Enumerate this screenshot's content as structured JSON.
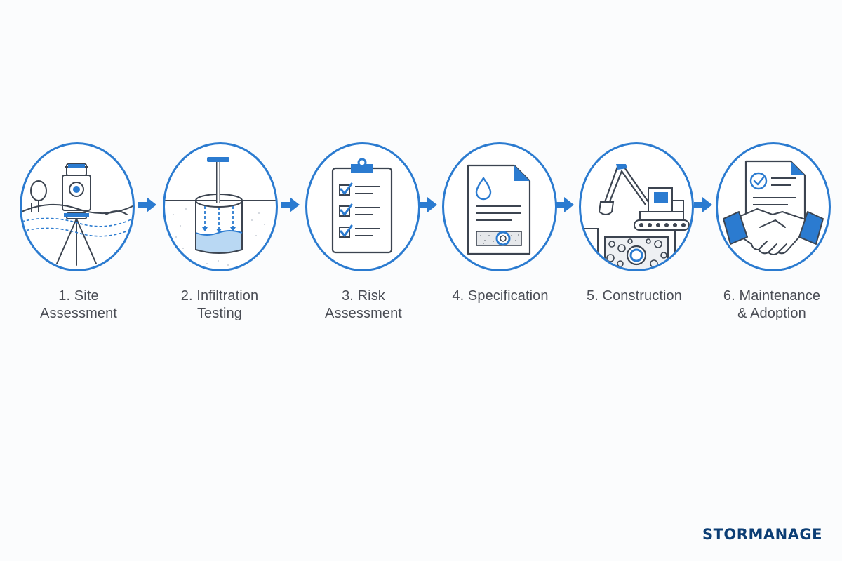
{
  "colors": {
    "accent": "#2b7bd0",
    "outline": "#3c4450",
    "text": "#4a4d55",
    "brand": "#0c3e75"
  },
  "steps": [
    {
      "icon": "surveying-instrument-icon",
      "line1": "1. Site",
      "line2": "Assessment"
    },
    {
      "icon": "infiltration-test-pit-icon",
      "line1": "2. Infiltration",
      "line2": "Testing"
    },
    {
      "icon": "clipboard-checklist-icon",
      "line1": "3. Risk",
      "line2": "Assessment"
    },
    {
      "icon": "specification-document-icon",
      "line1": "4. Specification",
      "line2": ""
    },
    {
      "icon": "excavator-icon",
      "line1": "5. Construction",
      "line2": ""
    },
    {
      "icon": "handshake-document-icon",
      "line1": "6. Maintenance",
      "line2": "& Adoption"
    }
  ],
  "brand": "STORMANAGE"
}
